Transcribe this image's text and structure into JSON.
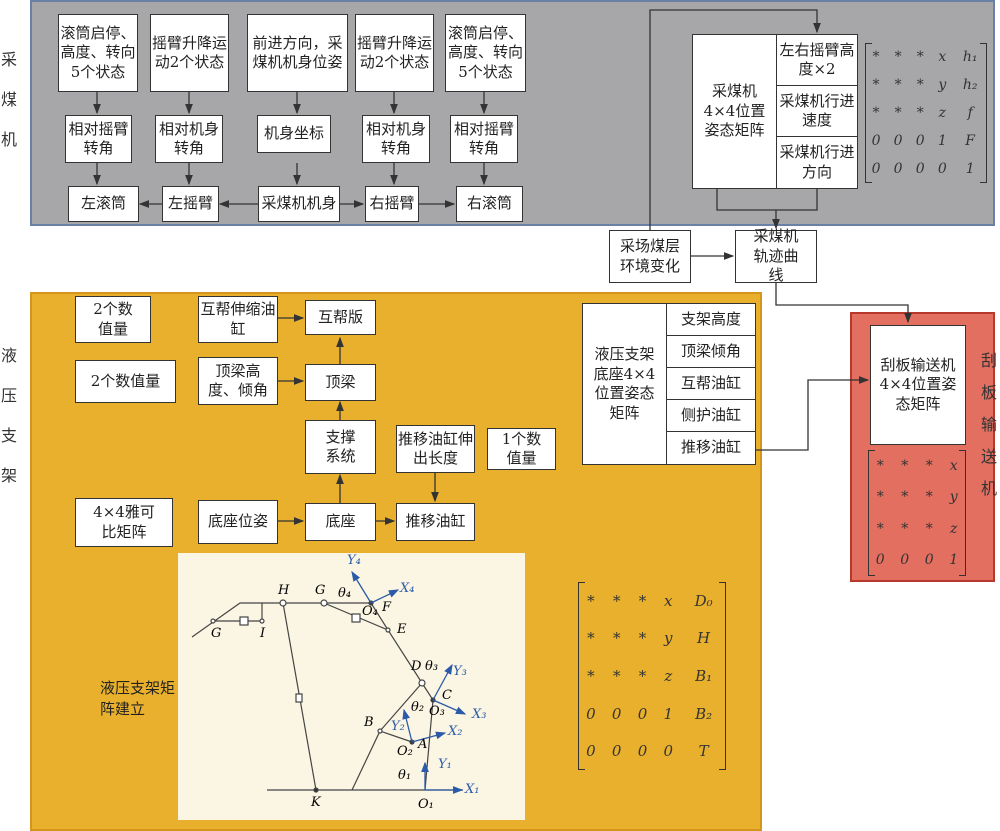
{
  "shearer": {
    "side_label": [
      "采",
      "煤",
      "机"
    ],
    "row1": [
      "滚筒启停、高度、转向5个状态",
      "摇臂升降运动2个状态",
      "前进方向，采煤机机身位姿",
      "摇臂升降运动2个状态",
      "滚筒启停、高度、转向5个状态"
    ],
    "row2": [
      "相对摇臂转角",
      "相对机身转角",
      "机身坐标",
      "相对机身转角",
      "相对摇臂转角"
    ],
    "row3": [
      "左滚筒",
      "左摇臂",
      "采煤机机身",
      "右摇臂",
      "右滚筒"
    ],
    "matrix_box": "采煤机4×4位置姿态矩阵",
    "params": [
      "左右摇臂高度×2",
      "采煤机行进速度",
      "采煤机行进方向"
    ],
    "matrix": [
      [
        "*",
        "*",
        "*",
        "x",
        "h₁"
      ],
      [
        "*",
        "*",
        "*",
        "y",
        "h₂"
      ],
      [
        "*",
        "*",
        "*",
        "z",
        "f"
      ],
      [
        "0",
        "0",
        "0",
        "1",
        "F"
      ],
      [
        "0",
        "0",
        "0",
        "0",
        "1"
      ]
    ]
  },
  "environment": "采场煤层环境变化",
  "trajectory": "采煤机轨迹曲线",
  "support": {
    "side_label": [
      "液",
      "压",
      "支",
      "架"
    ],
    "boxes": {
      "n2a": "2个数值量",
      "n2b": "2个数值量",
      "side_cyl": "互帮伸缩油缸",
      "side_plate": "互帮版",
      "beam_param": "顶梁高度、倾角",
      "beam": "顶梁",
      "prop": "支撑系统",
      "push_len": "推移油缸伸出长度",
      "n1": "1个数值量",
      "jacobian": "4×4雅可比矩阵",
      "base_pose": "底座位姿",
      "base": "底座",
      "push_cyl": "推移油缸"
    },
    "matrix_box": "液压支架底座4×4位置姿态矩阵",
    "params": [
      "支架高度",
      "顶梁倾角",
      "互帮油缸",
      "侧护油缸",
      "推移油缸"
    ],
    "model_label": "液压支架矩阵建立",
    "matrix": [
      [
        "*",
        "*",
        "*",
        "x",
        "D₀"
      ],
      [
        "*",
        "*",
        "*",
        "y",
        "H"
      ],
      [
        "*",
        "*",
        "*",
        "z",
        "B₁"
      ],
      [
        "0",
        "0",
        "0",
        "1",
        "B₂"
      ],
      [
        "0",
        "0",
        "0",
        "0",
        "T"
      ]
    ],
    "mech_labels": {
      "H": "H",
      "G": "G",
      "G2": "G",
      "I": "I",
      "F": "F",
      "E": "E",
      "D": "D",
      "C": "C",
      "B": "B",
      "A": "A",
      "K": "K",
      "O1": "O₁",
      "O2": "O₂",
      "O3": "O₃",
      "O4": "O₄",
      "X1": "X₁",
      "Y1": "Y₁",
      "X2": "X₂",
      "Y2": "Y₂",
      "X3": "X₃",
      "Y3": "Y₃",
      "X4": "X₄",
      "Y4": "Y₄",
      "t1": "θ₁",
      "t2": "θ₂",
      "t3": "θ₃",
      "t4": "θ₄"
    }
  },
  "conveyor": {
    "side_label": [
      "刮",
      "板",
      "输",
      "送",
      "机"
    ],
    "matrix_box": "刮板输送机4×4位置姿态矩阵",
    "matrix": [
      [
        "*",
        "*",
        "*",
        "x"
      ],
      [
        "*",
        "*",
        "*",
        "y"
      ],
      [
        "*",
        "*",
        "*",
        "z"
      ],
      [
        "0",
        "0",
        "0",
        "1"
      ]
    ]
  }
}
